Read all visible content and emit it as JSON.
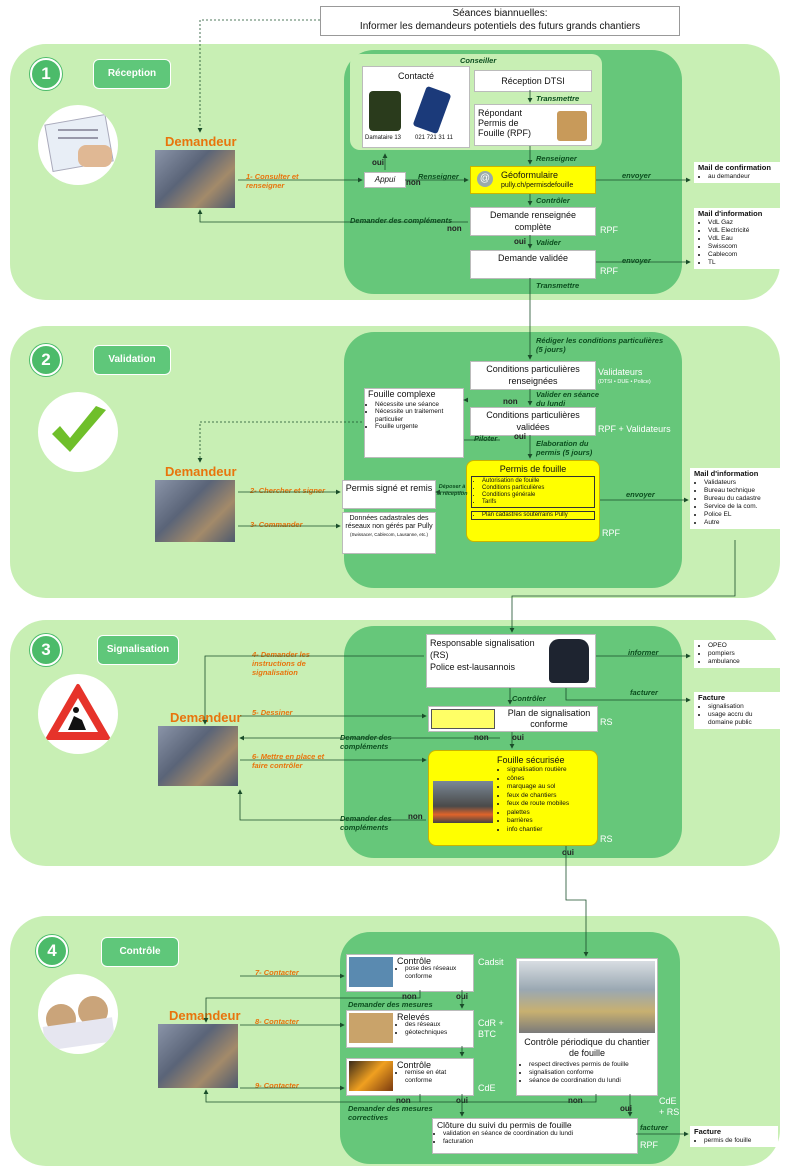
{
  "top_note": {
    "line1": "Séances biannuelles:",
    "line2": "Informer les demandeurs potentiels des futurs grands chantiers"
  },
  "phase1": {
    "num": "1",
    "title": "Réception",
    "demandeur": "Demandeur",
    "conseiller": "Conseiller",
    "contacte": "Contacté",
    "reception_dtsi": "Réception DTSI",
    "transmettre": "Transmettre",
    "rpf": "Répondant Permis de Fouille (RPF)",
    "damataire": "Damataire 13",
    "phone": "021 721 31 11",
    "renseigner_a": "Renseigner",
    "renseigner_b": "Renseigner",
    "oui1": "oui",
    "appui": "Appui",
    "non1": "non",
    "geoformulaire": "Géoformulaire",
    "geo_url": "pully.ch/permisdefouille",
    "envoyer1": "envoyer",
    "controler": "Contrôler",
    "step1": "1- Consulter et renseigner",
    "demande_complements": "Demander des compléments",
    "non2": "non",
    "demande_renseignee": "Demande renseignée complète",
    "rpf_a": "RPF",
    "oui2": "oui",
    "valider": "Valider",
    "demande_validee": "Demande validée",
    "rpf_b": "RPF",
    "envoyer2": "envoyer",
    "transmettre2": "Transmettre",
    "mail_conf_title": "Mail de confirmation",
    "mail_conf_items": [
      "au demandeur"
    ],
    "mail_info_title": "Mail d'information",
    "mail_info_items": [
      "VdL Gaz",
      "VdL Electricité",
      "VdL Eau",
      "Swisscom",
      "Cablecom",
      "TL"
    ]
  },
  "phase2": {
    "num": "2",
    "title": "Validation",
    "demandeur": "Demandeur",
    "rediger": "Rédiger les conditions particulières (5 jours)",
    "cond_renseignees": "Conditions particulières renseignées",
    "validateurs": "Validateurs",
    "validateurs_sub": "(DTSI • DUE • Police)",
    "valider_lundi": "Valider en séance du lundi",
    "non": "non",
    "fouille_complexe": "Fouille complexe",
    "fouille_items": [
      "Nécessite une séance",
      "Nécessite un traitement particulier",
      "Fouille urgente"
    ],
    "rpf_a": "RPF",
    "cond_validees": "Conditions particulières validées",
    "rpf_validateurs": "RPF + Validateurs",
    "oui": "oui",
    "piloter": "Piloter",
    "elaboration": "Elaboration du permis (5 jours)",
    "permis_title": "Permis de fouille",
    "permis_items": [
      "Autorisation de fouille",
      "Conditions particulières",
      "Conditions générale",
      "Tarifs"
    ],
    "permis_plan": "Plan cadastres souterrains Pully",
    "rpf_b": "RPF",
    "envoyer": "envoyer",
    "deposer": "Déposer à la réception",
    "step2": "2- Chercher et signer",
    "step3": "3- Commander",
    "permis_signe": "Permis signé et remis",
    "donnees_cad": "Données cadastrales des réseaux non gérés par Pully",
    "donnees_sub": "(Swissacer, Cablecom, Lausanne, etc.)",
    "mail_info_title": "Mail d'information",
    "mail_info_items": [
      "Validateurs",
      "Bureau technique",
      "Bureau du cadastre",
      "Service de la com.",
      "Police EL",
      "Autre"
    ]
  },
  "phase3": {
    "num": "3",
    "title": "Signalisation",
    "demandeur": "Demandeur",
    "rs_title": "Responsable signalisation (RS)",
    "rs_sub": "Police est-lausannois",
    "informer": "informer",
    "facturer": "facturer",
    "controler": "Contrôler",
    "step4": "4- Demander les instructions de signalisation",
    "step5": "5- Dessiner",
    "plan_sign": "Plan de signalisation conforme",
    "rs_a": "RS",
    "non1": "non",
    "oui1": "oui",
    "demande_comp1": "Demander des compléments",
    "step6": "6- Mettre en place et faire contrôler",
    "fouille_sec": "Fouille sécurisée",
    "fouille_items": [
      "signalisation routière",
      "cônes",
      "marquage au sol",
      "feux de chantiers",
      "feux de route mobiles",
      "palettes",
      "barrières",
      "info chantier"
    ],
    "non2": "non",
    "demande_comp2": "Demander des compléments",
    "rs_b": "RS",
    "oui2": "oui",
    "info_items": [
      "OPEO",
      "pompiers",
      "ambulance"
    ],
    "facture_title": "Facture",
    "facture_items": [
      "signalisation",
      "usage accru du domaine public"
    ]
  },
  "phase4": {
    "num": "4",
    "title": "Contrôle",
    "demandeur": "Demandeur",
    "step7": "7- Contacter",
    "step8": "8- Contacter",
    "step9": "9- Contacter",
    "controle1_title": "Contrôle",
    "controle1_items": [
      "pose des réseaux conforme"
    ],
    "cadsit": "Cadsit",
    "dem_corr1": "Demander des mesures correctives",
    "non1": "non",
    "oui1": "oui",
    "releves_title": "Relevés",
    "releves_items": [
      "des réseaux",
      "géotechniques"
    ],
    "cdr": "CdR + BTC",
    "controle2_title": "Contrôle",
    "controle2_items": [
      "remise en état conforme"
    ],
    "cde": "CdE",
    "non2": "non",
    "oui2": "oui",
    "dem_corr2": "Demander des mesures correctives",
    "periodique_title": "Contrôle périodique du chantier de fouille",
    "periodique_items": [
      "respect directives permis de fouille",
      "signalisation conforme",
      "séance de coordination du lundi"
    ],
    "cde_rs": "CdE + RS",
    "non3": "non",
    "oui3": "oui",
    "cloture_title": "Clôture du suivi du permis de fouille",
    "cloture_items": [
      "validation en séance de coordination du lundi",
      "facturation"
    ],
    "rpf": "RPF",
    "facturer": "facturer",
    "facture_title": "Facture",
    "facture_items": [
      "permis de fouille"
    ]
  }
}
